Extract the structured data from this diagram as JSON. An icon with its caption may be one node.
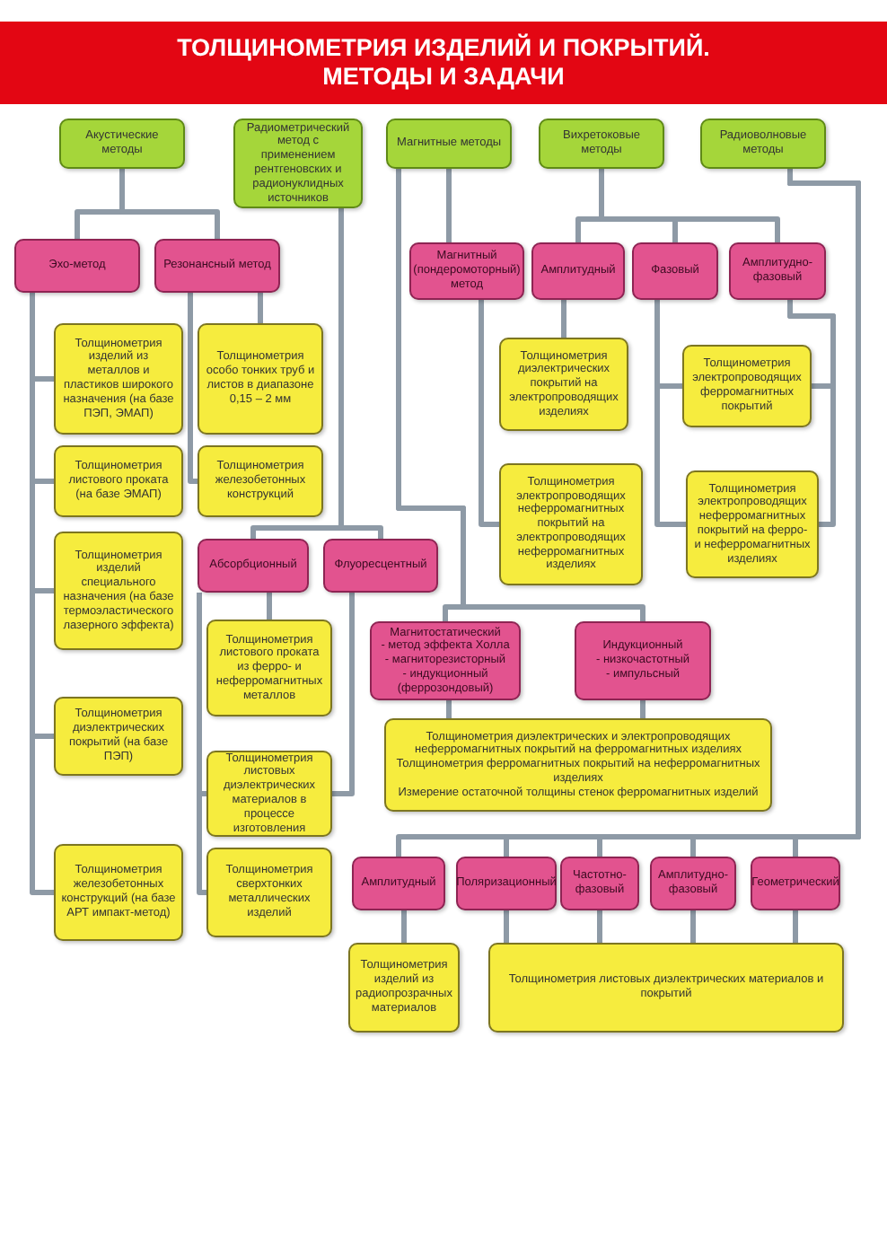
{
  "diagram": {
    "title": "ТОЛЩИНОМЕТРИЯ ИЗДЕЛИЙ И ПОКРЫТИЙ. МЕТОДЫ И ЗАДАЧИ",
    "nodes": [
      {
        "text": [
          "Акустические методы"
        ]
      },
      {
        "text": [
          "Радиометрический метод с применением рентгеновских и радионуклидных источников"
        ]
      },
      {
        "text": [
          "Магнитные методы"
        ]
      },
      {
        "text": [
          "Вихретоковые методы"
        ]
      },
      {
        "text": [
          "Радиоволновые методы"
        ]
      },
      {
        "text": [
          "Эхо-метод"
        ]
      },
      {
        "text": [
          "Резонансный метод"
        ]
      },
      {
        "text": [
          "Толщинометрия изделий из металлов и пластиков широкого назначения (на базе ПЭП, ЭМАП)"
        ]
      },
      {
        "text": [
          "Толщинометрия особо тонких труб и листов в диапазоне 0,15 – 2 мм"
        ]
      },
      {
        "text": [
          "Толщинометрия листового проката (на базе ЭМАП)"
        ]
      },
      {
        "text": [
          "Толщинометрия железобетонных конструкций"
        ]
      },
      {
        "text": [
          "Толщинометрия изделий специального назначения (на базе термоэластического лазерного эффекта)"
        ]
      },
      {
        "text": [
          "Абсорбционный"
        ]
      },
      {
        "text": [
          "Флуоресцентный"
        ]
      },
      {
        "text": [
          "Толщинометрия листового проката из ферро- и неферромагнитных металлов"
        ]
      },
      {
        "text": [
          "Толщинометрия диэлектрических покрытий (на базе ПЭП)"
        ]
      },
      {
        "text": [
          "Толщинометрия листовых диэлектрических материалов в процессе изготовления"
        ]
      },
      {
        "text": [
          "Толщинометрия железобетонных конструкций (на базе АРТ импакт-метод)"
        ]
      },
      {
        "text": [
          "Толщинометрия сверхтонких металлических изделий"
        ]
      },
      {
        "text": [
          "Магнитный (пондеромоторный) метод"
        ]
      },
      {
        "text": [
          "Амплитудный"
        ]
      },
      {
        "text": [
          "Фазовый"
        ]
      },
      {
        "text": [
          "Амплитудно-фазовый"
        ]
      },
      {
        "text": [
          "Толщинометрия диэлектрических покрытий на электропроводящих изделиях"
        ]
      },
      {
        "text": [
          "Толщинометрия электропроводящих ферромагнитных покрытий"
        ]
      },
      {
        "text": [
          "Толщинометрия электропроводящих неферромагнитных покрытий на электропроводящих неферромагнитных изделиях"
        ]
      },
      {
        "text": [
          "Толщинометрия электропроводящих неферромагнитных покрытий на ферро- и неферромагнитных изделиях"
        ]
      },
      {
        "text": [
          "Магнитостатический",
          "- метод эффекта Холла",
          "- магниторезисторный",
          "- индукционный (феррозондовый)"
        ]
      },
      {
        "text": [
          "Индукционный",
          "- низкочастотный",
          "- импульсный"
        ]
      },
      {
        "text": [
          "Толщинометрия диэлектрических и электропроводящих неферромагнитных покрытий на ферромагнитных изделиях",
          "Толщинометрия ферромагнитных покрытий на неферромагнитных изделиях",
          "Измерение остаточной толщины стенок ферромагнитных изделий"
        ]
      },
      {
        "text": [
          "Амплитудный"
        ]
      },
      {
        "text": [
          "Поляризационный"
        ]
      },
      {
        "text": [
          "Частотно-фазовый"
        ]
      },
      {
        "text": [
          "Амплитудно-фазовый"
        ]
      },
      {
        "text": [
          "Геометрический"
        ]
      },
      {
        "text": [
          "Толщинометрия изделий из радиопрозрачных материалов"
        ]
      },
      {
        "text": [
          "Толщинометрия листовых диэлектрических материалов и покрытий"
        ]
      }
    ],
    "edges": [
      {
        "from": 0,
        "to": 5,
        "arrow": "none"
      },
      {
        "from": 0,
        "to": 6,
        "arrow": "none"
      },
      {
        "from": 5,
        "to": 7,
        "arrow": "none"
      },
      {
        "from": 5,
        "to": 9,
        "arrow": "none"
      },
      {
        "from": 5,
        "to": 11,
        "arrow": "none"
      },
      {
        "from": 5,
        "to": 15,
        "arrow": "none"
      },
      {
        "from": 5,
        "to": 17,
        "arrow": "none"
      },
      {
        "from": 6,
        "to": 8,
        "arrow": "none"
      },
      {
        "from": 6,
        "to": 10,
        "arrow": "none"
      },
      {
        "from": 1,
        "to": 12,
        "arrow": "none"
      },
      {
        "from": 1,
        "to": 13,
        "arrow": "none"
      },
      {
        "from": 12,
        "to": 14,
        "arrow": "none"
      },
      {
        "from": 12,
        "to": 16,
        "arrow": "none"
      },
      {
        "from": 12,
        "to": 18,
        "arrow": "none"
      },
      {
        "from": 13,
        "to": 16,
        "arrow": "none"
      },
      {
        "from": 2,
        "to": 19,
        "arrow": "none"
      },
      {
        "from": 3,
        "to": 20,
        "arrow": "none"
      },
      {
        "from": 3,
        "to": 21,
        "arrow": "none"
      },
      {
        "from": 3,
        "to": 22,
        "arrow": "none"
      },
      {
        "from": 20,
        "to": 23,
        "arrow": "none"
      },
      {
        "from": 21,
        "to": 24,
        "arrow": "none"
      },
      {
        "from": 21,
        "to": 26,
        "arrow": "none"
      },
      {
        "from": 22,
        "to": 24,
        "arrow": "none"
      },
      {
        "from": 22,
        "to": 26,
        "arrow": "none"
      },
      {
        "from": 19,
        "to": 25,
        "arrow": "none"
      },
      {
        "from": 2,
        "to": 27,
        "arrow": "none"
      },
      {
        "from": 2,
        "to": 28,
        "arrow": "none"
      },
      {
        "from": 27,
        "to": 29,
        "arrow": "none"
      },
      {
        "from": 28,
        "to": 29,
        "arrow": "none"
      },
      {
        "from": 4,
        "to": 30,
        "arrow": "none"
      },
      {
        "from": 4,
        "to": 31,
        "arrow": "none"
      },
      {
        "from": 4,
        "to": 32,
        "arrow": "none"
      },
      {
        "from": 4,
        "to": 33,
        "arrow": "none"
      },
      {
        "from": 4,
        "to": 34,
        "arrow": "none"
      },
      {
        "from": 30,
        "to": 35,
        "arrow": "none"
      },
      {
        "from": 31,
        "to": 36,
        "arrow": "none"
      },
      {
        "from": 32,
        "to": 36,
        "arrow": "none"
      },
      {
        "from": 33,
        "to": 36,
        "arrow": "none"
      },
      {
        "from": 34,
        "to": 36,
        "arrow": "none"
      }
    ]
  }
}
